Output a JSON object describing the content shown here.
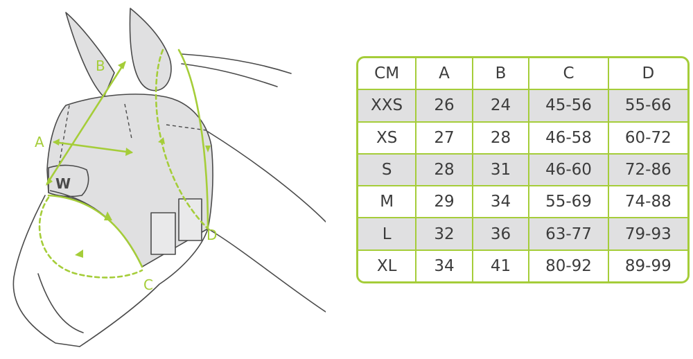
{
  "colors": {
    "accent": "#a5cd39",
    "line": "#4a4a4a",
    "fill": "#e0e0e1",
    "text": "#3c3c3c"
  },
  "diagram": {
    "logo": "W",
    "markers": {
      "a": "A",
      "b": "B",
      "c": "C",
      "d": "D"
    }
  },
  "table": {
    "headers": [
      "CM",
      "A",
      "B",
      "C",
      "D"
    ],
    "rows": [
      [
        "XXS",
        "26",
        "24",
        "45-56",
        "55-66"
      ],
      [
        "XS",
        "27",
        "28",
        "46-58",
        "60-72"
      ],
      [
        "S",
        "28",
        "31",
        "46-60",
        "72-86"
      ],
      [
        "M",
        "29",
        "34",
        "55-69",
        "74-88"
      ],
      [
        "L",
        "32",
        "36",
        "63-77",
        "79-93"
      ],
      [
        "XL",
        "34",
        "41",
        "80-92",
        "89-99"
      ]
    ]
  }
}
